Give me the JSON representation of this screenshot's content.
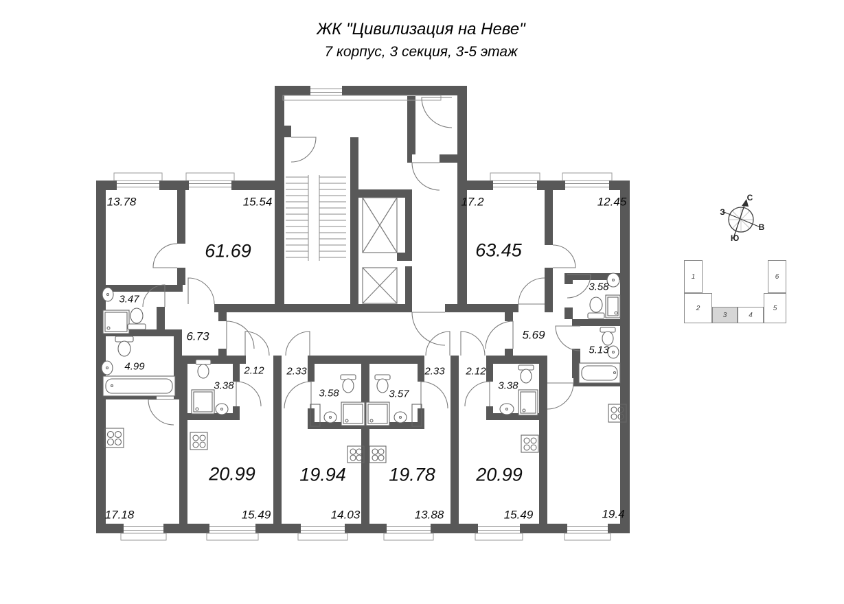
{
  "title": {
    "line1": "ЖК \"Цивилизация на Неве\"",
    "line2": "7 корпус, 3 секция, 3-5 этаж"
  },
  "plan": {
    "apartment_left": {
      "total": "61.69",
      "room1": "13.78",
      "room2": "15.54",
      "bath1": "3.47",
      "bath2": "4.99",
      "hall": "6.73",
      "kitchen_living": "17.18"
    },
    "apartment_right": {
      "total": "63.45",
      "room1": "17.2",
      "room2": "12.45",
      "bath1": "3.58",
      "bath2": "5.13",
      "hall": "5.69",
      "kitchen_living": "19.4"
    },
    "studio_1": {
      "total": "20.99",
      "living": "15.49",
      "bath": "3.38",
      "hall": "2.12"
    },
    "studio_2": {
      "total": "19.94",
      "living": "14.03",
      "bath": "3.58",
      "hall": "2.33"
    },
    "studio_3": {
      "total": "19.78",
      "living": "13.88",
      "bath": "3.57",
      "hall": "2.33"
    },
    "studio_4": {
      "total": "20.99",
      "living": "15.49",
      "bath": "3.38",
      "hall": "2.12"
    }
  },
  "compass": {
    "north": "С",
    "south": "Ю",
    "west": "З",
    "east": "В"
  },
  "section_key": {
    "sections": [
      "1",
      "2",
      "3",
      "4",
      "5",
      "6"
    ],
    "highlighted_section": "3"
  },
  "colors": {
    "wall": "#585858",
    "section_highlight": "#d6d6d6"
  }
}
